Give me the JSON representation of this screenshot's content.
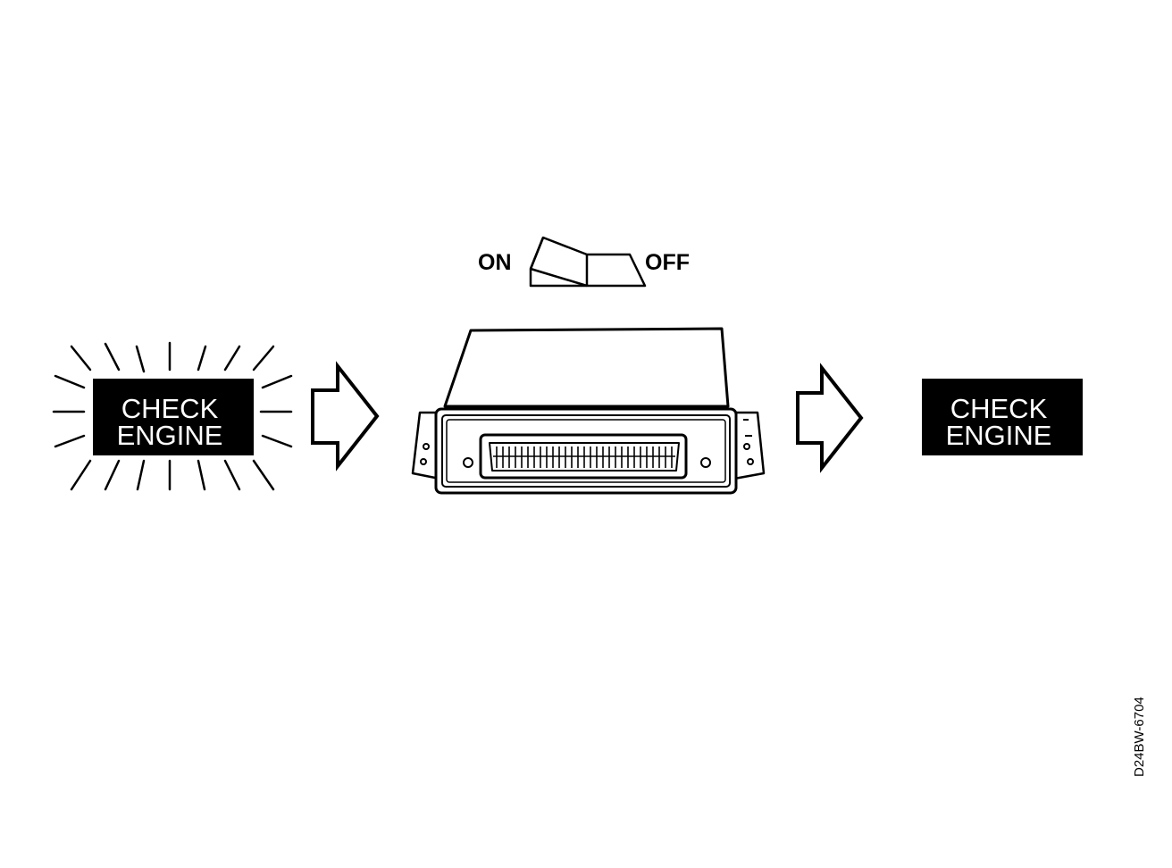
{
  "lamp_on": {
    "line1": "CHECK",
    "line2": "ENGINE",
    "state": "flashing"
  },
  "switch": {
    "on_label": "ON",
    "off_label": "OFF"
  },
  "lamp_off": {
    "line1": "CHECK",
    "line2": "ENGINE",
    "state": "off"
  },
  "figure_code": "D24BW-6704",
  "colors": {
    "ink": "#000000",
    "paper": "#ffffff"
  }
}
